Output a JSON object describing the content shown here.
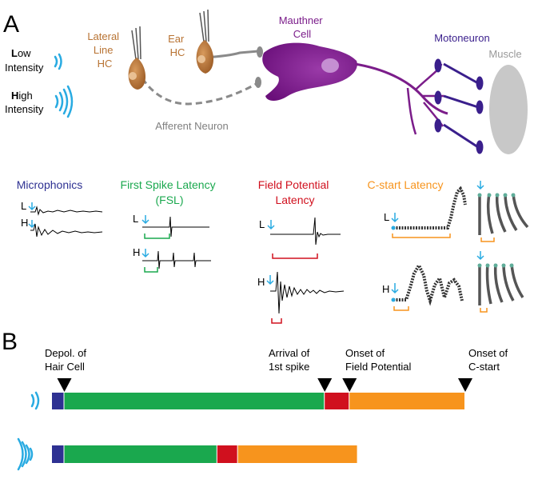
{
  "panels": {
    "a": "A",
    "b": "B"
  },
  "intensity": {
    "low": {
      "initial": "L",
      "rest": "ow",
      "line2": "Intensity"
    },
    "high": {
      "initial": "H",
      "rest": "igh",
      "line2": "Intensity"
    }
  },
  "cells": {
    "lateral_line": [
      "Lateral",
      "Line",
      "HC"
    ],
    "ear": [
      "Ear",
      "HC"
    ],
    "mauthner": [
      "Mauthner",
      "Cell"
    ],
    "motoneuron": "Motoneuron",
    "muscle": "Muscle",
    "afferent": "Afferent Neuron"
  },
  "measures": {
    "microphonics": "Microphonics",
    "fsl": [
      "First Spike Latency",
      "(FSL)"
    ],
    "field_potential": [
      "Field Potential",
      "Latency"
    ],
    "cstart": "C-start Latency"
  },
  "trace_labels": {
    "low": "L",
    "high": "H"
  },
  "timeline": {
    "events": [
      {
        "lines": [
          "Depol. of",
          "Hair Cell"
        ]
      },
      {
        "lines": [
          "Arrival of",
          "1st spike"
        ]
      },
      {
        "lines": [
          "Onset of",
          "Field Potential"
        ]
      },
      {
        "lines": [
          "Onset of",
          "C-start"
        ]
      }
    ],
    "low_segments": [
      {
        "phase": "hair-cell-depolarization",
        "color": "#2e3192",
        "start": 0,
        "end": 3
      },
      {
        "phase": "first-spike-latency",
        "color": "#1aa84e",
        "start": 3,
        "end": 66
      },
      {
        "phase": "field-potential-latency",
        "color": "#d0101e",
        "start": 66,
        "end": 72
      },
      {
        "phase": "c-start-latency",
        "color": "#f7941d",
        "start": 72,
        "end": 100
      }
    ],
    "high_segments": [
      {
        "phase": "hair-cell-depolarization",
        "color": "#2e3192",
        "start": 0,
        "end": 3
      },
      {
        "phase": "first-spike-latency",
        "color": "#1aa84e",
        "start": 3,
        "end": 40
      },
      {
        "phase": "field-potential-latency",
        "color": "#d0101e",
        "start": 40,
        "end": 45
      },
      {
        "phase": "c-start-latency",
        "color": "#f7941d",
        "start": 45,
        "end": 74
      }
    ]
  },
  "colors": {
    "hair_cell": "#b87333",
    "mauthner": "#7b1d8a",
    "motoneuron": "#3a1f8c",
    "muscle": "#c8c8c8",
    "afferent": "#888888",
    "microphonics": "#2e3192",
    "fsl": "#1aa84e",
    "field": "#d0101e",
    "cstart": "#f7941d",
    "arrow": "#29abe2"
  }
}
